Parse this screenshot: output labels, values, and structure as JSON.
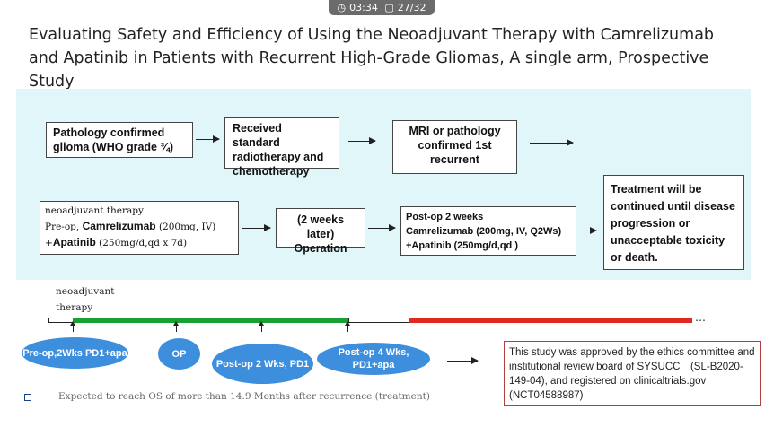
{
  "overlay": {
    "time": "03:34",
    "page": "27/32"
  },
  "slide": {
    "title": "Evaluating Safety and Efficiency of Using the Neoadjuvant Therapy with Camrelizumab and Apatinib in Patients with Recurrent High-Grade Gliomas, A single arm, Prospective  Study",
    "flow": {
      "box1": "Pathology confirmed glioma (WHO grade ¾)",
      "box2": "Received standard radiotherapy and chemotherapy",
      "box3": "MRI or pathology confirmed 1st recurrent",
      "box4_line1": "neoadjuvant therapy",
      "box4_line2a": "Pre-op, ",
      "box4_line2b": "Camrelizumab",
      "box4_line2c": " (200mg, IV)",
      "box4_line3a": "+",
      "box4_line3b": "Apatinib",
      "box4_line3c": " (250mg/d,qd x 7d)",
      "box5": "(2 weeks later) Operation",
      "box6_line1": "Post-op 2 weeks",
      "box6_line2": "Camrelizumab (200mg, IV, Q2Ws) +Apatinib (250mg/d,qd )",
      "box7": "Treatment  will be continued until disease progression or unacceptable toxicity or death."
    },
    "timeline": {
      "label_line1": "neoadjuvant",
      "label_line2": "therapy",
      "ellipsis": "…",
      "colors": {
        "white": "#ffffff",
        "green": "#1aa030",
        "red": "#e02a20"
      },
      "milestones": [
        "Pre-op,2Wks PD1+apa",
        "OP",
        "Post-op 2 Wks, PD1",
        "Post-op 4 Wks, PD1+apa"
      ]
    },
    "approval": "This study was approved by the ethics committee and institutional review board of SYSUCC　(SL-B2020-149-04), and registered on clinicaltrials.gov (NCT04588987)",
    "footnote": "Expected to reach OS of more than 14.9 Months after recurrence (treatment)"
  }
}
